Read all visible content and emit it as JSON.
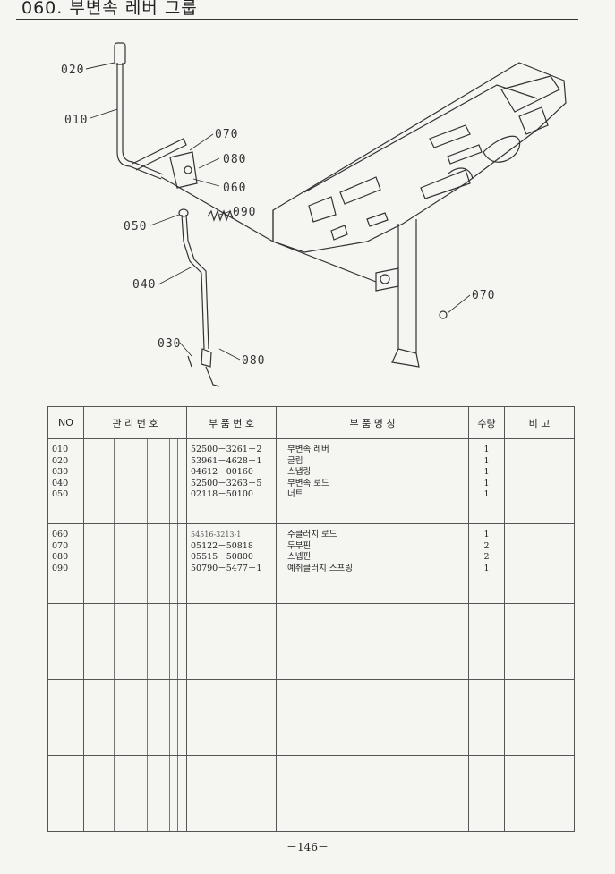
{
  "header": {
    "title": "060. 부변속 레버 그룹"
  },
  "diagram": {
    "callouts": [
      "020",
      "010",
      "070",
      "080",
      "060",
      "090",
      "050",
      "040",
      "030",
      "080",
      "070"
    ]
  },
  "table": {
    "headers": {
      "no": "NO",
      "mgmt": "관 리 번 호",
      "part_no": "부 품 번 호",
      "part_name": "부 품 명 칭",
      "qty": "수량",
      "remark": "비 고"
    },
    "groups": [
      {
        "rows": [
          {
            "no": "010",
            "part_no": "52500－3261－2",
            "name": "부변속 레버",
            "qty": "1"
          },
          {
            "no": "020",
            "part_no": "53961－4628－1",
            "name": "글립",
            "qty": "1"
          },
          {
            "no": "030",
            "part_no": "04612－00160",
            "name": "스냅링",
            "qty": "1"
          },
          {
            "no": "040",
            "part_no": "52500－3263－5",
            "name": "부변속 로드",
            "qty": "1"
          },
          {
            "no": "050",
            "part_no": "02118－50100",
            "name": "너트",
            "qty": "1"
          }
        ]
      },
      {
        "rows": [
          {
            "no": "060",
            "part_no": "54516-3213-1",
            "name": "주클러치 로드",
            "qty": "1"
          },
          {
            "no": "070",
            "part_no": "05122－50818",
            "name": "두부핀",
            "qty": "2"
          },
          {
            "no": "080",
            "part_no": "05515－50800",
            "name": "스넵핀",
            "qty": "2"
          },
          {
            "no": "090",
            "part_no": "50790－5477－1",
            "name": "예취클러치 스프링",
            "qty": "1"
          }
        ]
      }
    ]
  },
  "footer": {
    "page": "－146－"
  }
}
